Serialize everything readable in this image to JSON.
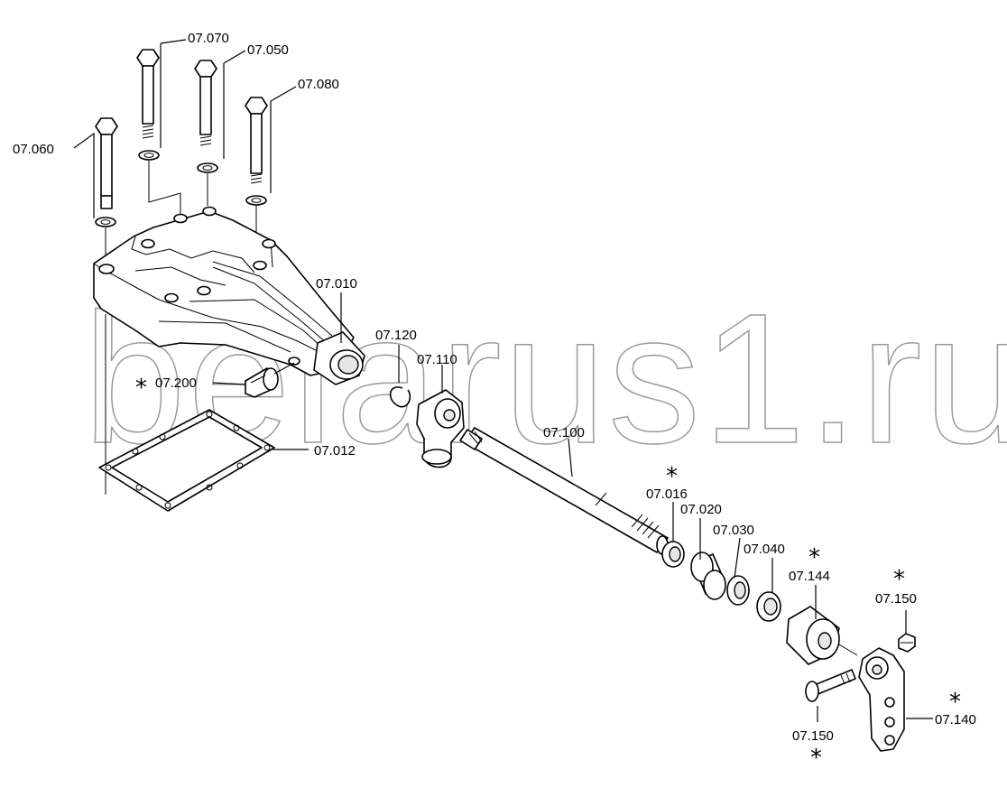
{
  "watermark": "belarus1.ru",
  "labels": {
    "p07070": "07.070",
    "p07050": "07.050",
    "p07080": "07.080",
    "p07060": "07.060",
    "p07010": "07.010",
    "p07120": "07.120",
    "p07110": "07.110",
    "p07200": "07.200",
    "p07012": "07.012",
    "p07100": "07.100",
    "p07016": "07.016",
    "p07020": "07.020",
    "p07030": "07.030",
    "p07040": "07.040",
    "p07144": "07.144",
    "p07150a": "07.150",
    "p07150b": "07.150",
    "p07140": "07.140"
  },
  "marker": "*"
}
